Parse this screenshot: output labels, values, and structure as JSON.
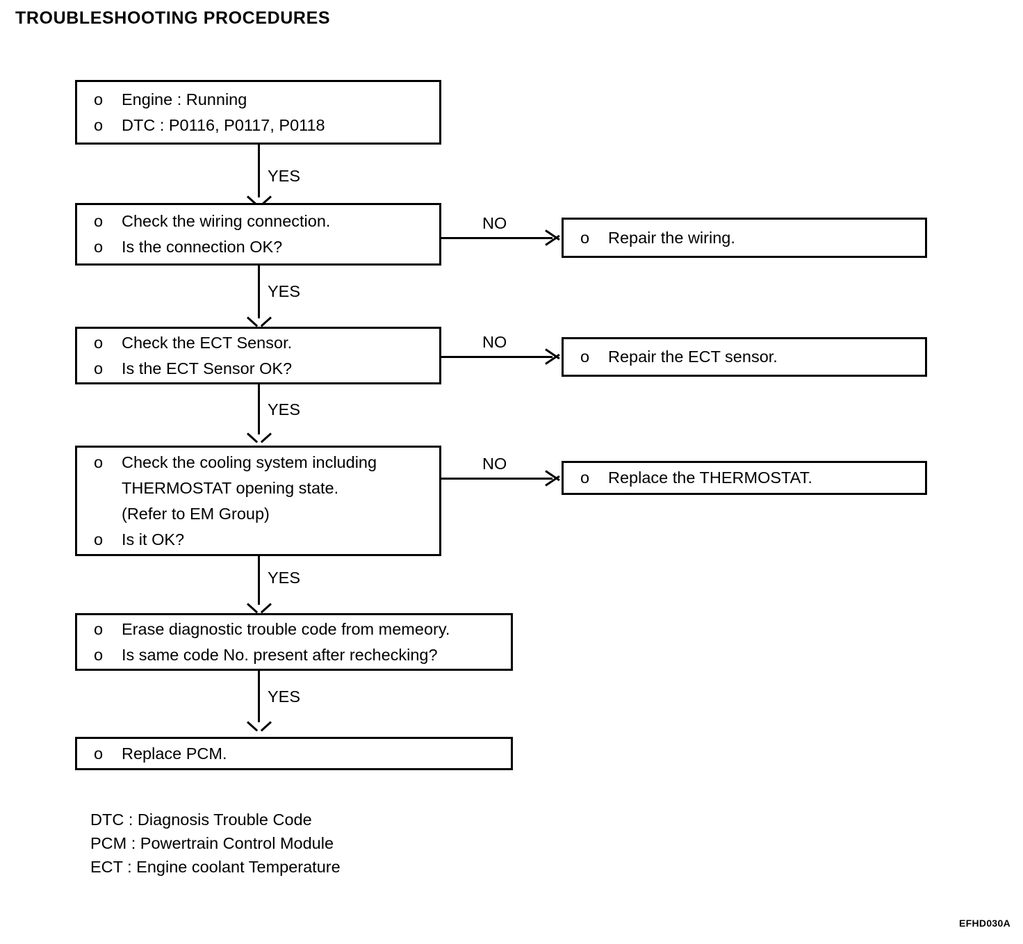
{
  "page": {
    "title": "TROUBLESHOOTING PROCEDURES",
    "figure_code": "EFHD030A",
    "bullet_glyph": "o",
    "colors": {
      "ink": "#000000",
      "background": "#ffffff"
    }
  },
  "flow": {
    "type": "flowchart",
    "nodes": [
      {
        "id": "start",
        "lines": [
          {
            "bullet": true,
            "text": "Engine : Running"
          },
          {
            "bullet": true,
            "text": "DTC : P0116, P0117, P0118"
          }
        ]
      },
      {
        "id": "check-wiring",
        "lines": [
          {
            "bullet": true,
            "text": "Check the wiring connection."
          },
          {
            "bullet": true,
            "text": "Is the connection OK?"
          }
        ]
      },
      {
        "id": "repair-wiring",
        "lines": [
          {
            "bullet": true,
            "text": "Repair the wiring."
          }
        ]
      },
      {
        "id": "check-ect-sensor",
        "lines": [
          {
            "bullet": true,
            "text": "Check the ECT Sensor."
          },
          {
            "bullet": true,
            "text": "Is the ECT Sensor OK?"
          }
        ]
      },
      {
        "id": "repair-ect-sensor",
        "lines": [
          {
            "bullet": true,
            "text": "Repair the ECT sensor."
          }
        ]
      },
      {
        "id": "check-cooling-system",
        "lines": [
          {
            "bullet": true,
            "text": "Check the cooling system including"
          },
          {
            "bullet": false,
            "text": "THERMOSTAT opening state."
          },
          {
            "bullet": false,
            "text": "(Refer to EM Group)"
          },
          {
            "bullet": true,
            "text": "Is it OK?"
          }
        ]
      },
      {
        "id": "replace-thermostat",
        "lines": [
          {
            "bullet": true,
            "text": "Replace the THERMOSTAT."
          }
        ]
      },
      {
        "id": "erase-dtc",
        "lines": [
          {
            "bullet": true,
            "text": "Erase diagnostic trouble code from memeory."
          },
          {
            "bullet": true,
            "text": "Is same code No. present after rechecking?"
          }
        ]
      },
      {
        "id": "replace-pcm",
        "lines": [
          {
            "bullet": true,
            "text": "Replace PCM."
          }
        ]
      }
    ],
    "edges": [
      {
        "id": "start-to-wiring",
        "label": "YES",
        "direction": "down"
      },
      {
        "id": "wiring-to-repair-wiring",
        "label": "NO",
        "direction": "right"
      },
      {
        "id": "wiring-to-ect",
        "label": "YES",
        "direction": "down"
      },
      {
        "id": "ect-to-repair-ect",
        "label": "NO",
        "direction": "right"
      },
      {
        "id": "ect-to-cooling",
        "label": "YES",
        "direction": "down"
      },
      {
        "id": "cooling-to-thermostat",
        "label": "NO",
        "direction": "right"
      },
      {
        "id": "cooling-to-erase",
        "label": "YES",
        "direction": "down"
      },
      {
        "id": "erase-to-pcm",
        "label": "YES",
        "direction": "down"
      }
    ]
  },
  "legend": {
    "entries": [
      "DTC : Diagnosis Trouble Code",
      "PCM : Powertrain Control Module",
      "ECT : Engine coolant Temperature"
    ]
  }
}
